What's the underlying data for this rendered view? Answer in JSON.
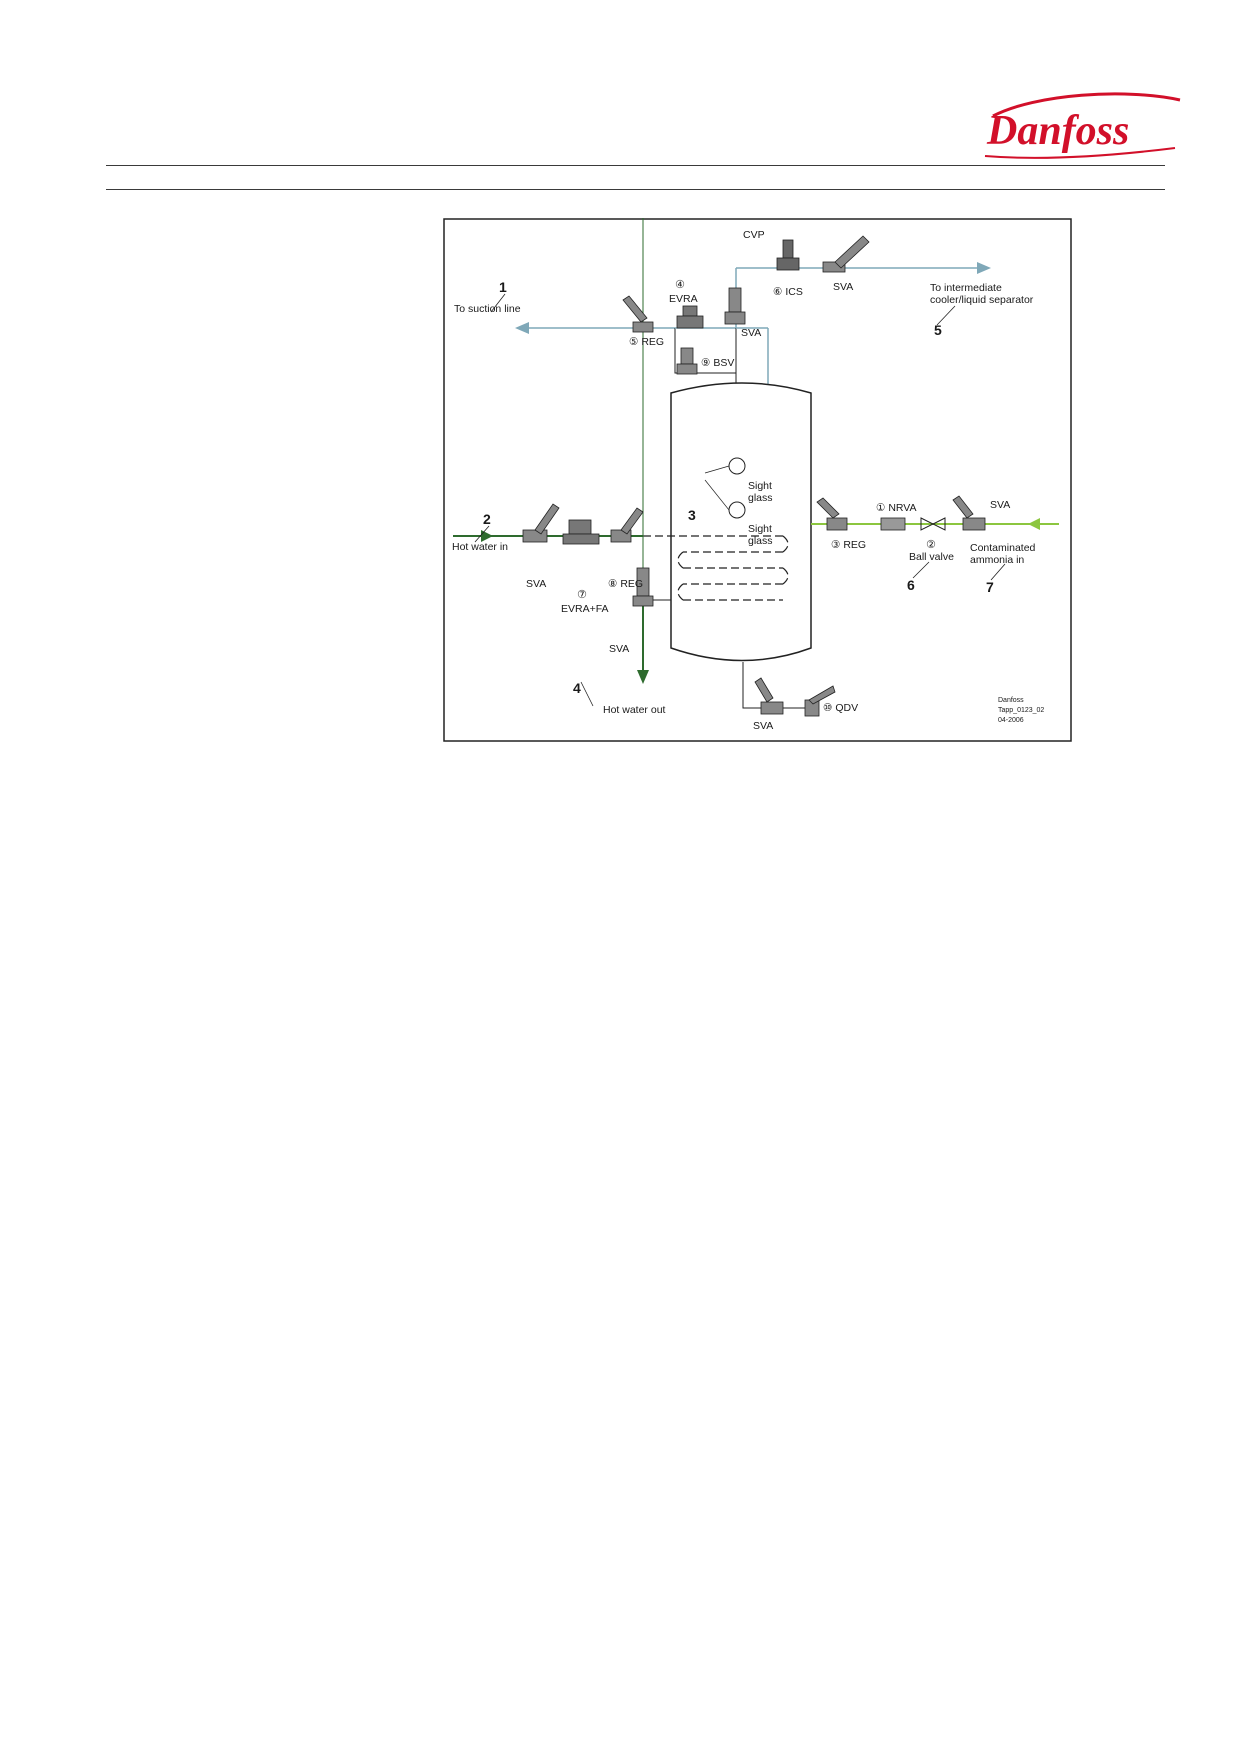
{
  "header": {
    "brand": "Danfoss"
  },
  "diagram": {
    "labels": {
      "to_suction_line": "To suction line",
      "to_intermediate_line1": "To intermediate",
      "to_intermediate_line2": "cooler/liquid separator",
      "hot_water_in": "Hot water in",
      "hot_water_out": "Hot water out",
      "contaminated_line1": "Contaminated",
      "contaminated_line2": "ammonia in",
      "sight_glass_1a": "Sight",
      "sight_glass_1b": "glass",
      "sight_glass_2a": "Sight",
      "sight_glass_2b": "glass",
      "ball_valve": "Ball valve"
    },
    "valves": {
      "cvp": "CVP",
      "evra_top_num": "④",
      "evra_top": "EVRA",
      "ics": "⑥ ICS",
      "sva_top_right": "SVA",
      "sva_top_mid": "SVA",
      "reg_top": "⑤ REG",
      "bsv": "⑨ BSV",
      "sva_hot_in": "SVA",
      "evra_fa_num": "⑦",
      "evra_fa": "EVRA+FA",
      "reg_hot": "⑧ REG",
      "sva_hot_out": "SVA",
      "reg_right": "③ REG",
      "nrva": "① NRVA",
      "ball_valve_num": "②",
      "sva_right": "SVA",
      "sva_bottom": "SVA",
      "qdv": "⑩ QDV"
    },
    "numbers": {
      "n1": "1",
      "n2": "2",
      "n3": "3",
      "n4": "4",
      "n5": "5",
      "n6": "6",
      "n7": "7"
    },
    "stamp": {
      "line1": "Danfoss",
      "line2": "Tapp_0123_02",
      "line3": "04-2006"
    },
    "colors": {
      "suction": "#7fa8b8",
      "water": "#2e6b2e",
      "ammonia": "#8cc63f",
      "brand_red": "#d2102a"
    }
  }
}
